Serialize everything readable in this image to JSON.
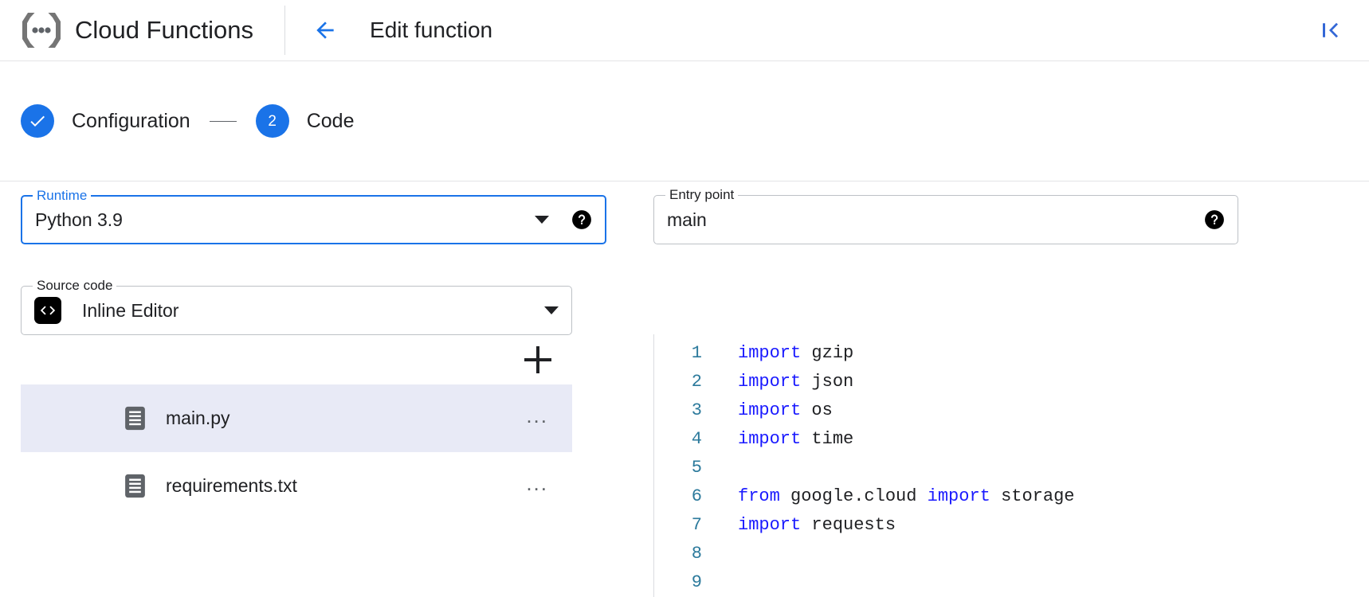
{
  "header": {
    "product_logo_name": "cloud-functions-logo",
    "product_title": "Cloud Functions",
    "back_icon": "arrow-left-icon",
    "page_title": "Edit function",
    "collapse_icon": "collapse-panel-icon"
  },
  "stepper": {
    "steps": [
      {
        "id": "configuration",
        "indicator": "check",
        "indicator_icon": "check-icon",
        "label": "Configuration",
        "state": "completed"
      },
      {
        "id": "code",
        "indicator": "2",
        "label": "Code",
        "state": "active"
      }
    ],
    "connector": "—"
  },
  "form": {
    "runtime": {
      "label": "Runtime",
      "value": "Python 3.9",
      "focused": true,
      "caret_icon": "chevron-down-icon",
      "help_icon": "help-icon"
    },
    "entry_point": {
      "label": "Entry point",
      "value": "main",
      "placeholder": "Entry point",
      "focused": false,
      "help_icon": "help-icon"
    },
    "source_code": {
      "label": "Source code",
      "value": "Inline Editor",
      "leading_icon": "code-brackets-icon",
      "caret_icon": "chevron-down-icon"
    }
  },
  "files": {
    "add_button_label": "+",
    "add_button_icon": "plus-icon",
    "items": [
      {
        "name": "main.py",
        "icon": "file-icon",
        "selected": true,
        "menu_icon": "more-horizontal-icon",
        "menu_label": "..."
      },
      {
        "name": "requirements.txt",
        "icon": "file-icon",
        "selected": false,
        "menu_icon": "more-horizontal-icon",
        "menu_label": "..."
      }
    ]
  },
  "editor": {
    "language": "python",
    "line_numbers": [
      "1",
      "2",
      "3",
      "4",
      "5",
      "6",
      "7",
      "8",
      "9"
    ],
    "lines": [
      {
        "n": "1",
        "tokens": [
          {
            "t": "import",
            "c": "kw"
          },
          {
            "t": " gzip",
            "c": "ident"
          }
        ]
      },
      {
        "n": "2",
        "tokens": [
          {
            "t": "import",
            "c": "kw"
          },
          {
            "t": " json",
            "c": "ident"
          }
        ]
      },
      {
        "n": "3",
        "tokens": [
          {
            "t": "import",
            "c": "kw"
          },
          {
            "t": " os",
            "c": "ident"
          }
        ]
      },
      {
        "n": "4",
        "tokens": [
          {
            "t": "import",
            "c": "kw"
          },
          {
            "t": " time",
            "c": "ident"
          }
        ]
      },
      {
        "n": "5",
        "tokens": []
      },
      {
        "n": "6",
        "tokens": [
          {
            "t": "from",
            "c": "kw"
          },
          {
            "t": " google.cloud ",
            "c": "ident"
          },
          {
            "t": "import",
            "c": "kw"
          },
          {
            "t": " storage",
            "c": "ident"
          }
        ]
      },
      {
        "n": "7",
        "tokens": [
          {
            "t": "import",
            "c": "kw"
          },
          {
            "t": " requests",
            "c": "ident"
          }
        ]
      },
      {
        "n": "8",
        "tokens": []
      },
      {
        "n": "9",
        "tokens": []
      }
    ],
    "plain_text": "import gzip\nimport json\nimport os\nimport time\n\nfrom google.cloud import storage\nimport requests\n\n"
  },
  "colors": {
    "accent_blue": "#1a73e8",
    "keyword_blue": "#1a1aff",
    "line_number": "#2c7a9c",
    "selected_row": "#e8eaf6",
    "border": "#dadce0",
    "text": "#202124"
  }
}
